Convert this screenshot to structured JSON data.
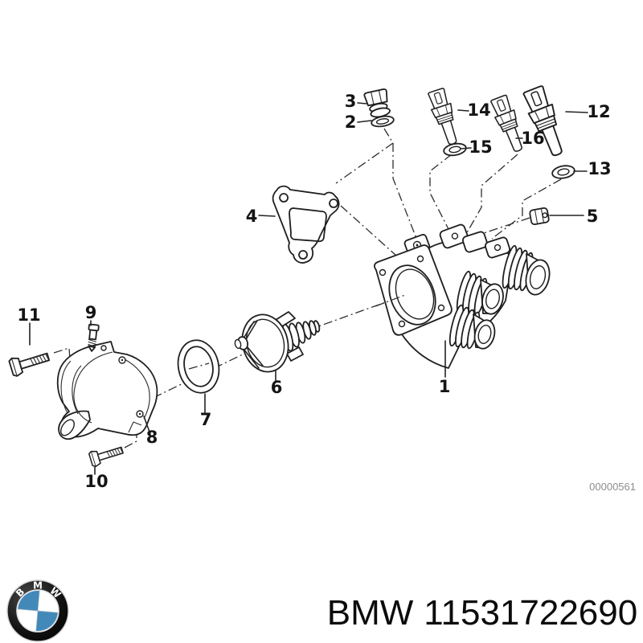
{
  "diagram": {
    "code": "00000561",
    "parts": {
      "p1": "1",
      "p2": "2",
      "p3": "3",
      "p4": "4",
      "p5": "5",
      "p6": "6",
      "p7": "7",
      "p8": "8",
      "p9": "9",
      "p10": "10",
      "p11": "11",
      "p12": "12",
      "p13": "13",
      "p14": "14",
      "p15": "15",
      "p16": "16"
    }
  },
  "footer": {
    "brand": "BMW",
    "part_number": "11531722690"
  },
  "logo": {
    "letters": {
      "b": "B",
      "m": "M",
      "w": "W"
    },
    "blue": "#4289ba"
  },
  "colors": {
    "line": "#232323",
    "label": "#141414",
    "watermark": "#8d8d8d",
    "background": "#ffffff"
  }
}
